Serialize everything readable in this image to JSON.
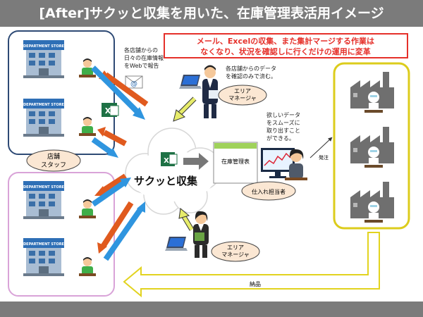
{
  "title": "[After]サクッと収集を用いた、在庫管理表活用イメージ",
  "headline": {
    "line1": "メール、Excelの収集、また集計マージする作業は",
    "line2": "なくなり、状況を確認しに行くだけの運用に変革"
  },
  "store_note": [
    "各店舗からの",
    "日々の在庫情報",
    "をWebで報告"
  ],
  "area_note": [
    "各店舗からのデータ",
    "を確認のみで済む。"
  ],
  "buyer_note": [
    "欲しいデータ",
    "をスムーズに",
    "取り出すこと",
    "ができる。"
  ],
  "labels": {
    "store_staff_1": "店舗",
    "store_staff_2": "スタッフ",
    "area_manager_1": "エリア",
    "area_manager_2": "マネージャ",
    "area_manager2_1": "エリア",
    "area_manager2_2": "マネージャ",
    "buyer": "仕入れ担当者",
    "hub": "サクッと収集",
    "inventory_table": "在庫管理表",
    "order": "発注",
    "delivery": "納品",
    "store_sign": "DEPARTMENT STORE",
    "at_sign": "@",
    "excel_x": "X"
  },
  "colors": {
    "title_bg": "#7b7b7b",
    "headline_red": "#e5302a",
    "arrow_red": "#e05a1e",
    "arrow_blue": "#2f95df",
    "store_border_top": "#2e4a75",
    "store_border_bottom": "#d9a3d8",
    "factory_border": "#dccc1c",
    "yellow_arrow": "#e7ec6a",
    "label_bubble": "#fbe7d3"
  }
}
